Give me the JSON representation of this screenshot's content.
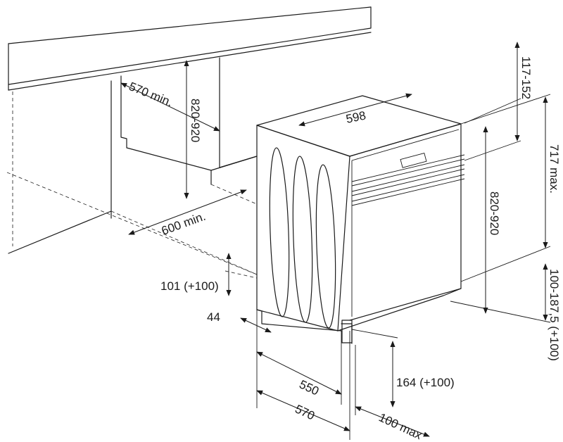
{
  "labels": {
    "dim_117_152": "117-152",
    "dim_570_min": "570 min.",
    "dim_820_920_left": "820-920",
    "dim_598": "598",
    "dim_717_max": "717 max.",
    "dim_820_920_right": "820-920",
    "dim_600_min": "600 min.",
    "dim_101": "101 (+100)",
    "dim_44": "44",
    "dim_100_187": "100-187,5 (+100)",
    "dim_164": "164 (+100)",
    "dim_550": "550",
    "dim_570": "570",
    "dim_100_max": "100 max"
  },
  "colors": {
    "line": "#1a1a1a",
    "background": "#ffffff"
  }
}
